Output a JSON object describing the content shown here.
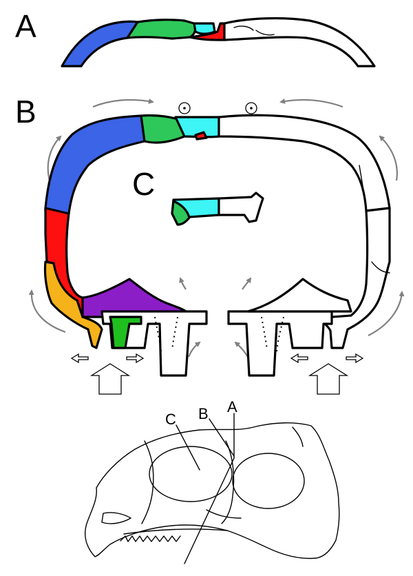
{
  "labels": {
    "panel_a": "A",
    "panel_b": "B",
    "panel_c": "C",
    "skull_c": "C",
    "skull_b": "B",
    "skull_a": "A"
  },
  "colors": {
    "blue": "#3b64e6",
    "green": "#2ec85a",
    "cyan": "#3df5f5",
    "red": "#ff1010",
    "yellow": "#f5b21a",
    "purple": "#8c1ec8",
    "dark_green": "#1fbf1f",
    "outline": "#000000",
    "arrow_grey": "#808080"
  },
  "icons": {
    "axis_marker": "circled-dot-icon",
    "force_arrow": "hollow-up-arrow-icon",
    "small_arrow": "hollow-side-arrow-icon",
    "motion_arrow": "curved-grey-arrow-icon"
  }
}
